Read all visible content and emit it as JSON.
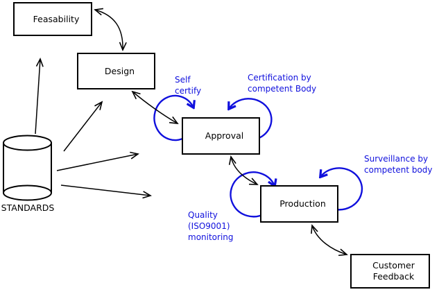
{
  "diagram": {
    "nodes": {
      "feasability": {
        "label": "Feasability"
      },
      "design": {
        "label": "Design"
      },
      "approval": {
        "label": "Approval"
      },
      "production": {
        "label": "Production"
      },
      "customer_feedback": {
        "line1": "Customer",
        "line2": "Feedback"
      }
    },
    "datastore": {
      "label": "STANDARDS"
    },
    "annotations": {
      "self_certify": {
        "line1": "Self",
        "line2": "certify"
      },
      "certification": {
        "line1": "Certification by",
        "line2": "competent Body"
      },
      "surveillance": {
        "line1": "Surveillance by",
        "line2": "competent body"
      },
      "quality": {
        "line1": "Quality",
        "line2": "(ISO9001)",
        "line3": "monitoring"
      }
    },
    "colors": {
      "annotation_blue": "#1010dd",
      "line_black": "#000000",
      "background": "#ffffff"
    }
  }
}
